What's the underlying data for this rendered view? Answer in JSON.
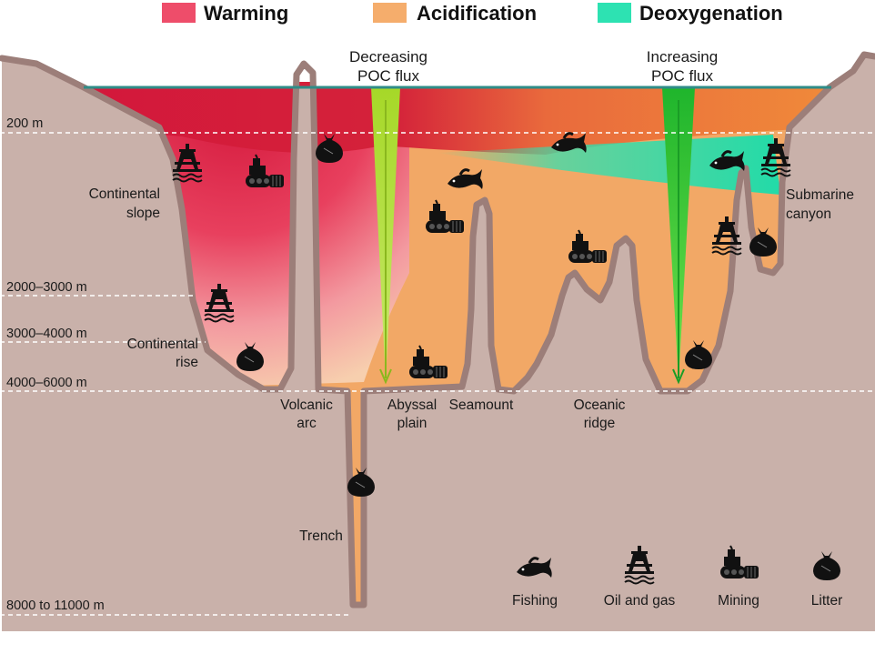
{
  "legend": [
    {
      "label": "Warming",
      "color": "#ee4d6a"
    },
    {
      "label": "Acidification",
      "color": "#f5ad6c"
    },
    {
      "label": "Deoxygenation",
      "color": "#2de2b2"
    }
  ],
  "flux": {
    "decreasing": [
      "Decreasing",
      "POC flux"
    ],
    "increasing": [
      "Increasing",
      "POC flux"
    ]
  },
  "depths": [
    "200 m",
    "2000–3000 m",
    "3000–4000 m",
    "4000–6000 m",
    "8000 to 11000 m"
  ],
  "features": {
    "continental_slope": [
      "Continental",
      "slope"
    ],
    "continental_rise": [
      "Continental",
      "rise"
    ],
    "volcanic_arc": [
      "Volcanic",
      "arc"
    ],
    "abyssal_plain": [
      "Abyssal",
      "plain"
    ],
    "seamount": "Seamount",
    "oceanic_ridge": [
      "Oceanic",
      "ridge"
    ],
    "submarine_canyon": [
      "Submarine",
      "canyon"
    ],
    "trench": "Trench"
  },
  "key": [
    {
      "label": "Fishing",
      "icon": "fish-icon"
    },
    {
      "label": "Oil and gas",
      "icon": "oil-rig-icon"
    },
    {
      "label": "Mining",
      "icon": "mining-vehicle-icon"
    },
    {
      "label": "Litter",
      "icon": "litter-bag-icon"
    }
  ],
  "colors": {
    "seabed": "#c9b1aa",
    "seabed_outline": "#9c7e79",
    "surface_line": "#2e8c87",
    "warming": "#d0183a",
    "acidification": "#f2a866",
    "deoxygenation": "#2de2b2",
    "flux_light": "#a6d828",
    "flux_dark": "#1fb52c"
  }
}
